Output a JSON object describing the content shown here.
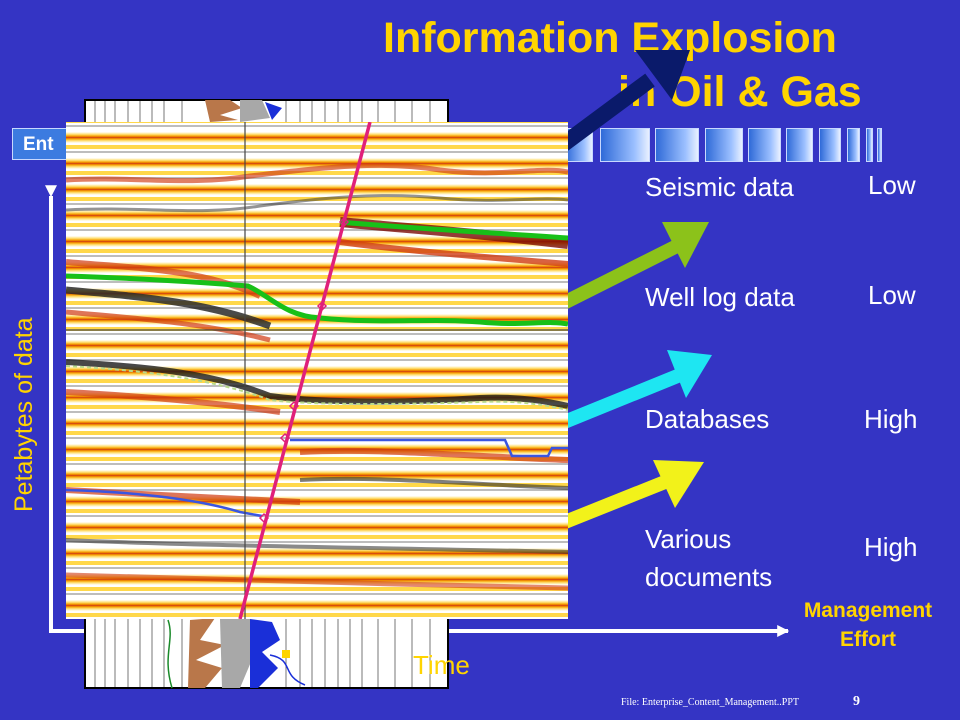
{
  "title": {
    "line1": "Information Explosion",
    "line2": "in Oil & Gas"
  },
  "header_tab": "Ent",
  "axes": {
    "y_label": "Petabytes of data",
    "x_label": "Time"
  },
  "management_effort_header": "Management\nEffort",
  "data_types": [
    {
      "label": "Seismic data",
      "effort": "Low",
      "arrow_color": "#0a1a6a"
    },
    {
      "label": "Well log data",
      "effort": "Low",
      "arrow_color": "#8cc21a"
    },
    {
      "label": "Databases",
      "effort": "High",
      "arrow_color": "#1ee6f2"
    },
    {
      "label": "Various\ndocuments",
      "effort": "High",
      "arrow_color": "#f2f21a"
    }
  ],
  "footer": "File: Enterprise_Content_Management..PPT",
  "page_number": "9",
  "colors": {
    "background": "#3434c4",
    "title": "#ffd400",
    "text": "#ffffff"
  }
}
